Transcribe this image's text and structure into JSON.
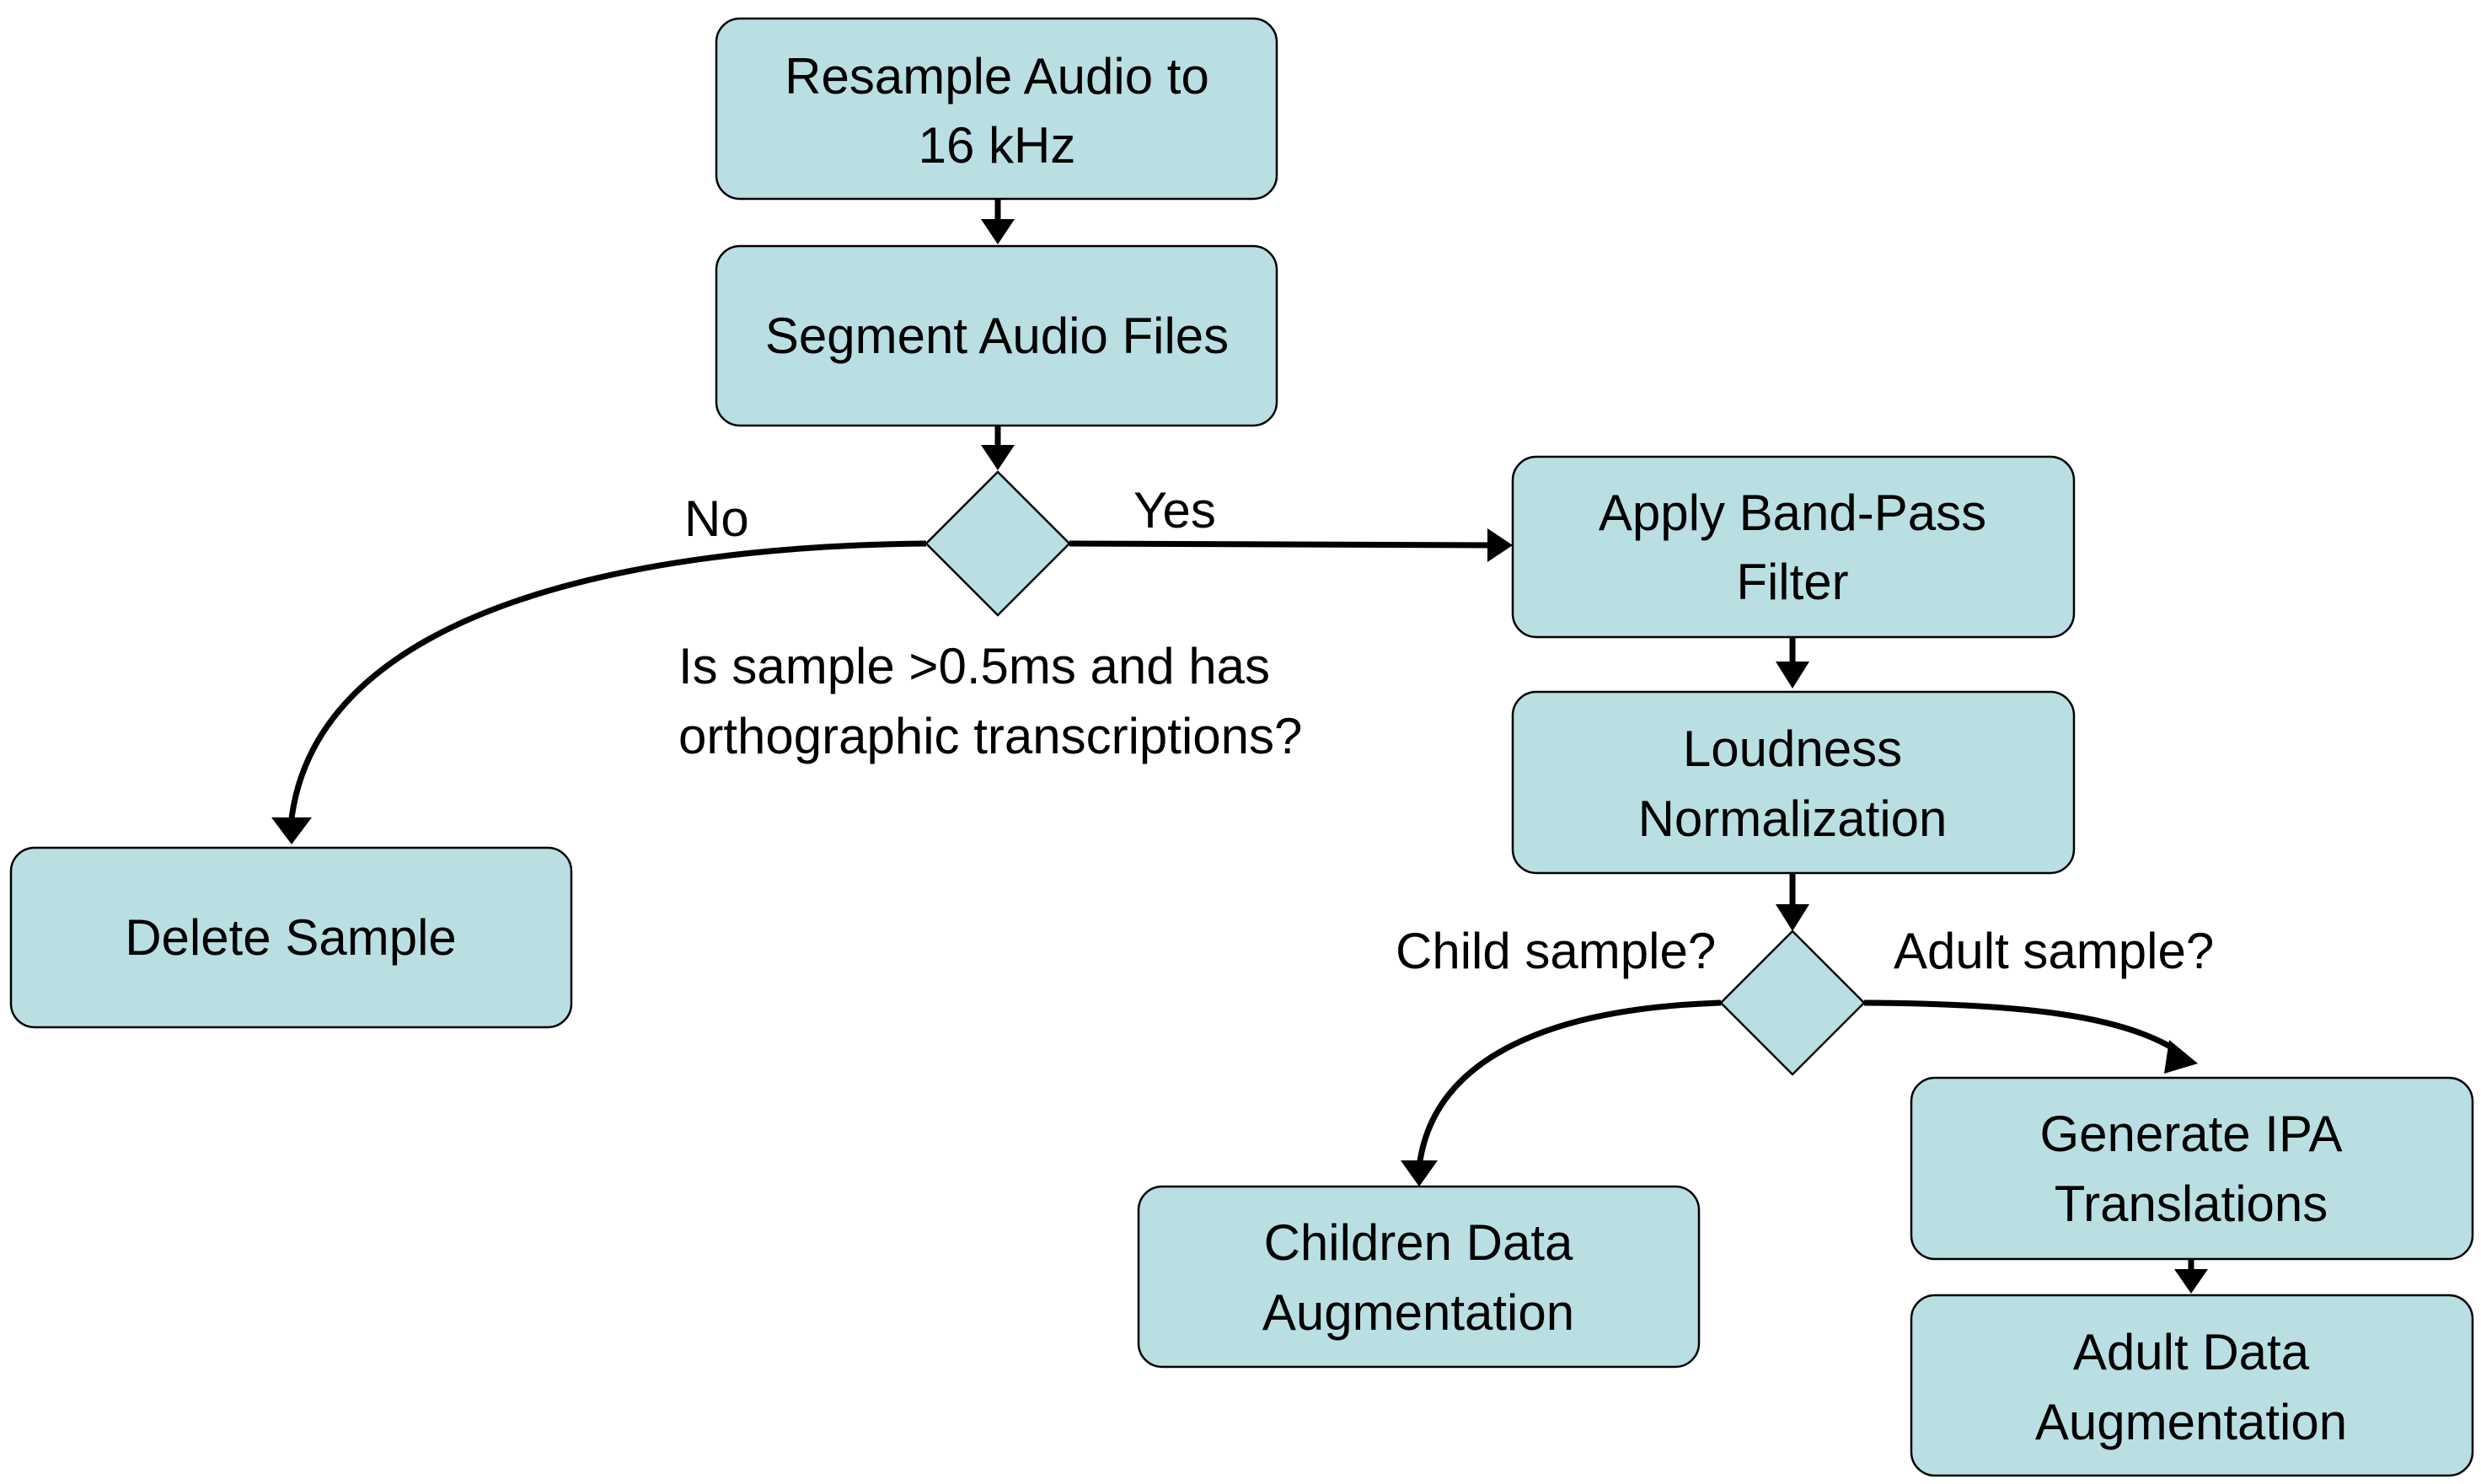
{
  "nodes": {
    "resample": {
      "line1": "Resample Audio to",
      "line2": "16 kHz"
    },
    "segment": {
      "line1": "Segment Audio Files"
    },
    "bandpass": {
      "line1": "Apply Band-Pass",
      "line2": "Filter"
    },
    "loudness": {
      "line1": "Loudness",
      "line2": "Normalization"
    },
    "delete": {
      "line1": "Delete Sample"
    },
    "children_aug": {
      "line1": "Children Data",
      "line2": "Augmentation"
    },
    "ipa": {
      "line1": "Generate IPA",
      "line2": "Translations"
    },
    "adult_aug": {
      "line1": "Adult Data",
      "line2": "Augmentation"
    }
  },
  "decisions": {
    "validity": {
      "question_line1": "Is sample >0.5ms and has",
      "question_line2": "orthographic transcriptions?",
      "no_label": "No",
      "yes_label": "Yes"
    },
    "age": {
      "child_label": "Child sample?",
      "adult_label": "Adult sample?"
    }
  },
  "colors": {
    "node_fill": "#b9dfe3",
    "stroke": "#000000"
  }
}
